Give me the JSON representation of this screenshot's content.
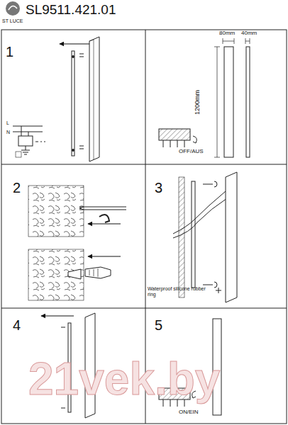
{
  "diagram": {
    "title": "SL9511.421.01",
    "labels": [
      "ST LUCE",
      "1",
      "80mm",
      "40mm",
      "1200mm",
      "L",
      "N",
      "OFF/AUS",
      "2",
      "3",
      "Waterproof silicone rubber ring",
      "4",
      "5",
      "ON/EIN",
      "21vek.by"
    ]
  }
}
